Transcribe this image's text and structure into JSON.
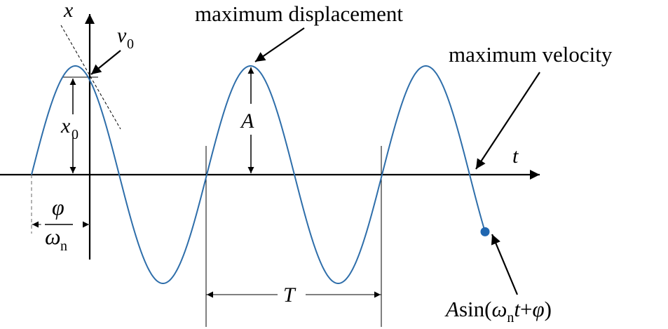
{
  "labels": {
    "x_axis": "x",
    "t_axis": "t",
    "v0_letter": "v",
    "v0_sub": "0",
    "x0_letter": "x",
    "x0_sub": "0",
    "amplitude": "A",
    "period": "T",
    "phi": "φ",
    "omega": "ω",
    "omega_sub": "n",
    "max_displacement": "maximum displacement",
    "max_velocity": "maximum velocity",
    "formula": {
      "A": "A",
      "sin": "sin(",
      "omega": "ω",
      "n": "n",
      "t": "t",
      "plus": "+",
      "phi": "φ",
      "close": ")"
    }
  },
  "colors": {
    "curve": "#2e6eaa",
    "dot": "#1f66b0",
    "ink": "#000000",
    "dash": "#666666"
  }
}
